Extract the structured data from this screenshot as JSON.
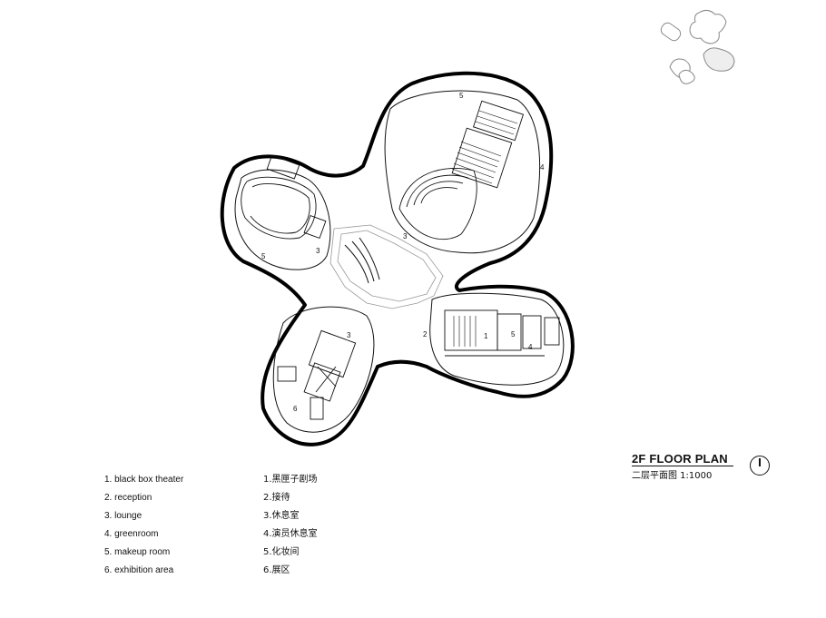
{
  "plan": {
    "room_labels": {
      "r1": "1",
      "r2": "2",
      "r3a": "3",
      "r3b": "3",
      "r3c": "3",
      "r4a": "4",
      "r4b": "4",
      "r5a": "5",
      "r5b": "5",
      "r5c": "5",
      "r6": "6"
    }
  },
  "legend": {
    "english": [
      "1. black box theater",
      "2. reception",
      "3. lounge",
      "4. greenroom",
      "5. makeup room",
      "6. exhibition area"
    ],
    "chinese": [
      "1.黑匣子剧场",
      "2.接待",
      "3.休息室",
      "4.演员休息室",
      "5.化妆间",
      "6.展区"
    ]
  },
  "title": {
    "main": "2F FLOOR PLAN",
    "sub": "二层平面图 1:1000"
  }
}
